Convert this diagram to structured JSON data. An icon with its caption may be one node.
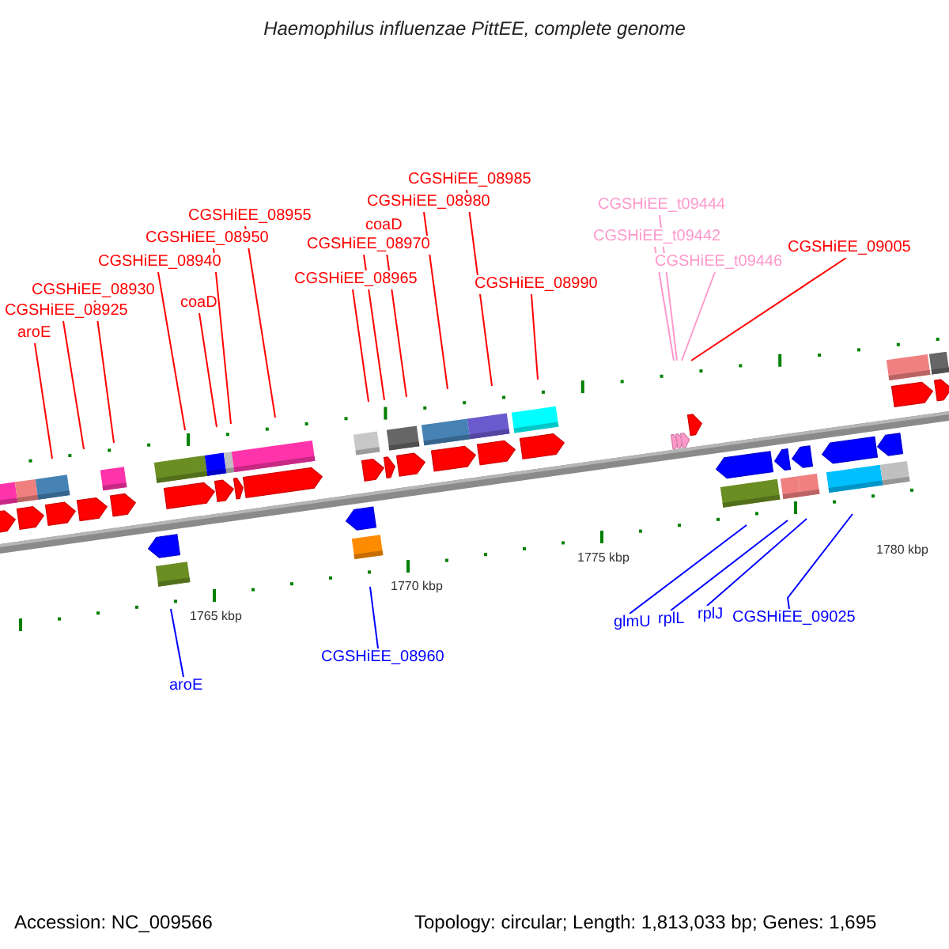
{
  "diagram": {
    "title": "Haemophilus influenzae PittEE, complete genome",
    "nodes": [
      {
        "text": [
          "CGSHiEE_08985"
        ]
      },
      {
        "text": [
          "CGSHiEE_08980"
        ]
      },
      {
        "text": [
          "CGSHiEE_08955"
        ]
      },
      {
        "text": [
          "coaD"
        ]
      },
      {
        "text": [
          "CGSHiEE_08950"
        ]
      },
      {
        "text": [
          "CGSHiEE_08970"
        ]
      },
      {
        "text": [
          "CGSHiEE_08940"
        ]
      },
      {
        "text": [
          "CGSHiEE_08965"
        ]
      },
      {
        "text": [
          "coaD"
        ]
      },
      {
        "text": [
          "CGSHiEE_08990"
        ]
      },
      {
        "text": [
          "CGSHiEE_08930"
        ]
      },
      {
        "text": [
          "CGSHiEE_08925"
        ]
      },
      {
        "text": [
          "aroE"
        ]
      },
      {
        "text": [
          "CGSHiEE_t09444"
        ]
      },
      {
        "text": [
          "CGSHiEE_t09442"
        ]
      },
      {
        "text": [
          "CGSHiEE_t09446"
        ]
      },
      {
        "text": [
          "CGSHiEE_09005"
        ]
      },
      {
        "text": [
          "CGSHiEE_08960"
        ]
      },
      {
        "text": [
          "aroE"
        ]
      },
      {
        "text": [
          "glmU"
        ]
      },
      {
        "text": [
          "rplL"
        ]
      },
      {
        "text": [
          "rplJ"
        ]
      },
      {
        "text": [
          "CGSHiEE_09025"
        ]
      }
    ],
    "edges": [
      {
        "from": 0,
        "to": null,
        "arrow": "none"
      },
      {
        "from": 1,
        "to": null,
        "arrow": "none"
      },
      {
        "from": 2,
        "to": null,
        "arrow": "none"
      },
      {
        "from": 3,
        "to": null,
        "arrow": "none"
      },
      {
        "from": 4,
        "to": null,
        "arrow": "none"
      },
      {
        "from": 5,
        "to": null,
        "arrow": "none"
      },
      {
        "from": 6,
        "to": null,
        "arrow": "none"
      },
      {
        "from": 7,
        "to": null,
        "arrow": "none"
      },
      {
        "from": 8,
        "to": null,
        "arrow": "none"
      },
      {
        "from": 9,
        "to": null,
        "arrow": "none"
      },
      {
        "from": 10,
        "to": null,
        "arrow": "none"
      },
      {
        "from": 11,
        "to": null,
        "arrow": "none"
      },
      {
        "from": 12,
        "to": null,
        "arrow": "none"
      },
      {
        "from": 13,
        "to": null,
        "arrow": "none",
        "color": "#ff99cc"
      },
      {
        "from": 14,
        "to": null,
        "arrow": "none",
        "color": "#ff99cc"
      },
      {
        "from": 15,
        "to": null,
        "arrow": "none",
        "color": "#ff99cc"
      },
      {
        "from": 16,
        "to": null,
        "arrow": "none"
      },
      {
        "from": 17,
        "to": null,
        "arrow": "none",
        "color": "#0000ff"
      },
      {
        "from": 18,
        "to": null,
        "arrow": "none",
        "color": "#0000ff"
      },
      {
        "from": 19,
        "to": null,
        "arrow": "none",
        "color": "#0000ff"
      },
      {
        "from": 20,
        "to": null,
        "arrow": "none",
        "color": "#0000ff"
      },
      {
        "from": 21,
        "to": null,
        "arrow": "none",
        "color": "#0000ff"
      },
      {
        "from": 22,
        "to": null,
        "arrow": "none",
        "color": "#0000ff"
      }
    ],
    "labels": [
      "1765 kbp",
      "1770 kbp",
      "1775 kbp",
      "1780 kbp",
      "Accession: NC_009566",
      "Topology: circular; Length: 1,813,033 bp; Genes: 1,695"
    ]
  }
}
